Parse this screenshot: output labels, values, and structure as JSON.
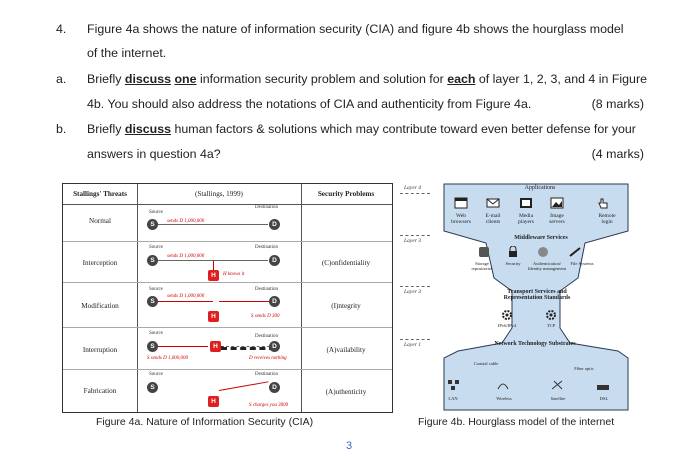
{
  "q4": {
    "num": "4.",
    "line1": "Figure 4a shows the nature of information security (CIA) and figure 4b shows the hourglass model",
    "line2": "of the internet."
  },
  "qa": {
    "num": "a.",
    "p1": "Briefly ",
    "discuss": "discuss",
    "p2": " ",
    "one": "one",
    "p3": " information security problem and solution for ",
    "each": "each",
    "p4": " of layer 1, 2, 3, and 4 in Figure",
    "line2": "4b. You should also address the notations of CIA and authenticity from Figure 4a.",
    "marks": "(8 marks)"
  },
  "qb": {
    "num": "b.",
    "p1": "Briefly ",
    "discuss": "discuss",
    "p2": " human factors & solutions which may contribute toward even better defense for your",
    "line2": "answers in question 4a?",
    "marks": "(4 marks)"
  },
  "fig4a": {
    "col1": "Stallings' Threats",
    "col2": "(Stallings, 1999)",
    "col3": "Security Problems",
    "source": "Source",
    "destination": "Destination",
    "sends": "S sends D 1,000,000",
    "sends_short": "sends D 1,000,000",
    "h_knows": "H knows it",
    "s_sends_d_300": "S sends D 300",
    "d_receives": "D receives nothing",
    "s_charges": "S charges you 3000",
    "rows": [
      {
        "label": "Normal",
        "problem": ""
      },
      {
        "label": "Interception",
        "problem": "(C)onfidentiality"
      },
      {
        "label": "Modification",
        "problem": "(I)ntegrity"
      },
      {
        "label": "Interruption",
        "problem": "(A)vailability"
      },
      {
        "label": "Fabrication",
        "problem": "(A)uthenticity"
      }
    ],
    "caption": "Figure 4a. Nature of Information Security (CIA)"
  },
  "fig4b": {
    "layer4": "Layer 4",
    "layer3a": "Layer 3",
    "layer3b": "Layer 3",
    "layer1": "Layer 1",
    "applications": "Applications",
    "apps": [
      "Web browsers",
      "E-mail clients",
      "Media players",
      "Image servers",
      "Remote login"
    ],
    "middleware": "Middleware Services",
    "mw_items": [
      "Storage repositories",
      "Security",
      "Authentication/ Identity management",
      "File Systems"
    ],
    "transport": "Transport Services and Representation Standards",
    "proto": [
      "IPv6/IPv4",
      "TCP"
    ],
    "network": "Network Technology Substrates",
    "coax": "Coaxial cable",
    "fiber": "Fiber optic",
    "links": [
      "LAN",
      "Wireless",
      "Satellite",
      "DSL"
    ],
    "caption": "Figure 4b. Hourglass model of the internet",
    "hourglass_color": "#c8dcf0"
  },
  "page_number": "3"
}
